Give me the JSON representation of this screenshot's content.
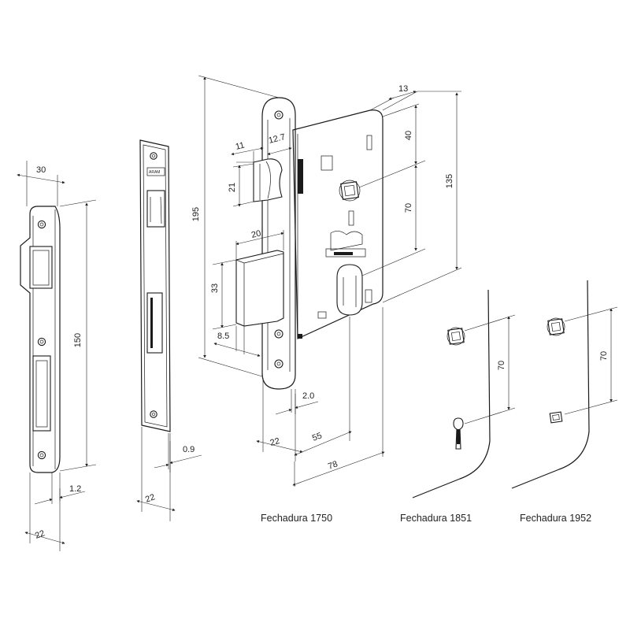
{
  "captions": {
    "lock_1750": "Fechadura 1750",
    "lock_1851": "Fechadura 1851",
    "lock_1952": "Fechadura 1952"
  },
  "strike_plate": {
    "width": "30",
    "height": "150",
    "thickness": "1.2",
    "depth": "22"
  },
  "face_plate": {
    "thickness": "0.9",
    "depth": "22"
  },
  "lock_body": {
    "overall_height": "195",
    "latch_width": "11",
    "latch_height": "21",
    "backset_tab": "12.7",
    "deadbolt_width": "20",
    "deadbolt_height": "33",
    "deadbolt_offset": "8.5",
    "plate_thickness": "2.0",
    "front_depth": "22",
    "backset": "55",
    "case_depth": "78",
    "case_edge": "13",
    "top_to_follower": "40",
    "follower_to_key": "70",
    "case_height": "135"
  },
  "escutcheon_1851": {
    "spacing": "70"
  },
  "escutcheon_1952": {
    "spacing": "70"
  }
}
